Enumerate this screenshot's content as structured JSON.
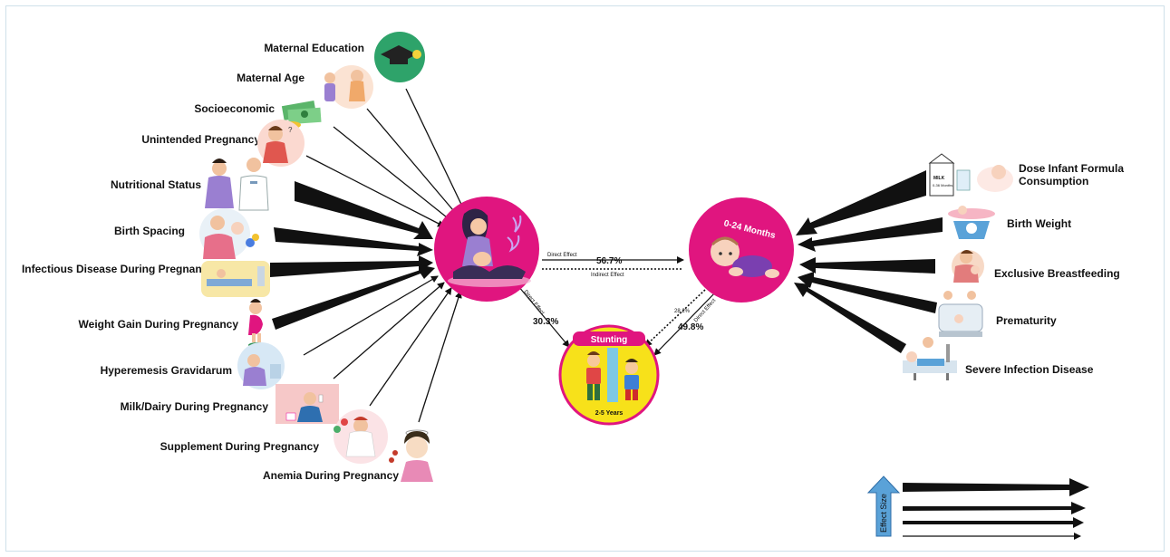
{
  "left_factors": [
    {
      "label": "Maternal Education",
      "icon": "graduation-cap-icon"
    },
    {
      "label": "Maternal Age",
      "icon": "mother-child-icon"
    },
    {
      "label": "Socioeconomic",
      "icon": "money-icon"
    },
    {
      "label": "Unintended Pregnancy",
      "icon": "pregnant-woman-icon"
    },
    {
      "label": "Nutritional Status",
      "icon": "doctor-patient-icon"
    },
    {
      "label": "Birth Spacing",
      "icon": "mother-baby-icon"
    },
    {
      "label": "Infectious Disease During Pregnancy",
      "icon": "hospital-bed-icon"
    },
    {
      "label": "Weight Gain During Pregnancy",
      "icon": "scale-icon"
    },
    {
      "label": "Hyperemesis Gravidarum",
      "icon": "nausea-icon"
    },
    {
      "label": "Milk/Dairy During Pregnancy",
      "icon": "milk-drinking-icon"
    },
    {
      "label": "Supplement During Pregnancy",
      "icon": "supplement-icon"
    },
    {
      "label": "Anemia During Pregnancy",
      "icon": "dizzy-woman-icon"
    }
  ],
  "right_factors": [
    {
      "label_line1": "Dose Infant Formula",
      "label_line2": "Consumption",
      "icon": "formula-milk-icon",
      "milk_box_text": "MILK",
      "milk_box_sub": "0-36 Months"
    },
    {
      "label": "Birth Weight",
      "icon": "baby-scale-icon"
    },
    {
      "label": "Exclusive Breastfeeding",
      "icon": "breastfeeding-icon"
    },
    {
      "label": "Prematurity",
      "icon": "incubator-icon"
    },
    {
      "label": "Severe Infection Disease",
      "icon": "sick-child-icon"
    }
  ],
  "center": {
    "mother_icon": "pregnant-mother-icon",
    "infant_label": "0-24 Months",
    "infant_icon": "crawling-baby-icon",
    "stunting_label": "Stunting",
    "stunting_years": "2-5 Years",
    "stunting_icon": "height-measure-icon"
  },
  "paths": {
    "direct_effect_label": "Direct Effect",
    "indirect_effect_label": "Indirect Effect",
    "mother_to_infant_pct": "56.7%",
    "mother_to_stunting_label": "Direct Effect",
    "mother_to_stunting_pct": "30.3%",
    "infant_indirect_pct": "28.2%",
    "infant_to_stunting_label": "Direct Effect",
    "infant_to_stunting_pct": "49.8%"
  },
  "legend": {
    "label": "Effect Size",
    "icon": "up-arrow-icon"
  },
  "colors": {
    "magenta": "#e0157f",
    "yellow": "#f7e11a",
    "arrow": "#111111",
    "legend_blue": "#5aa2d8"
  }
}
